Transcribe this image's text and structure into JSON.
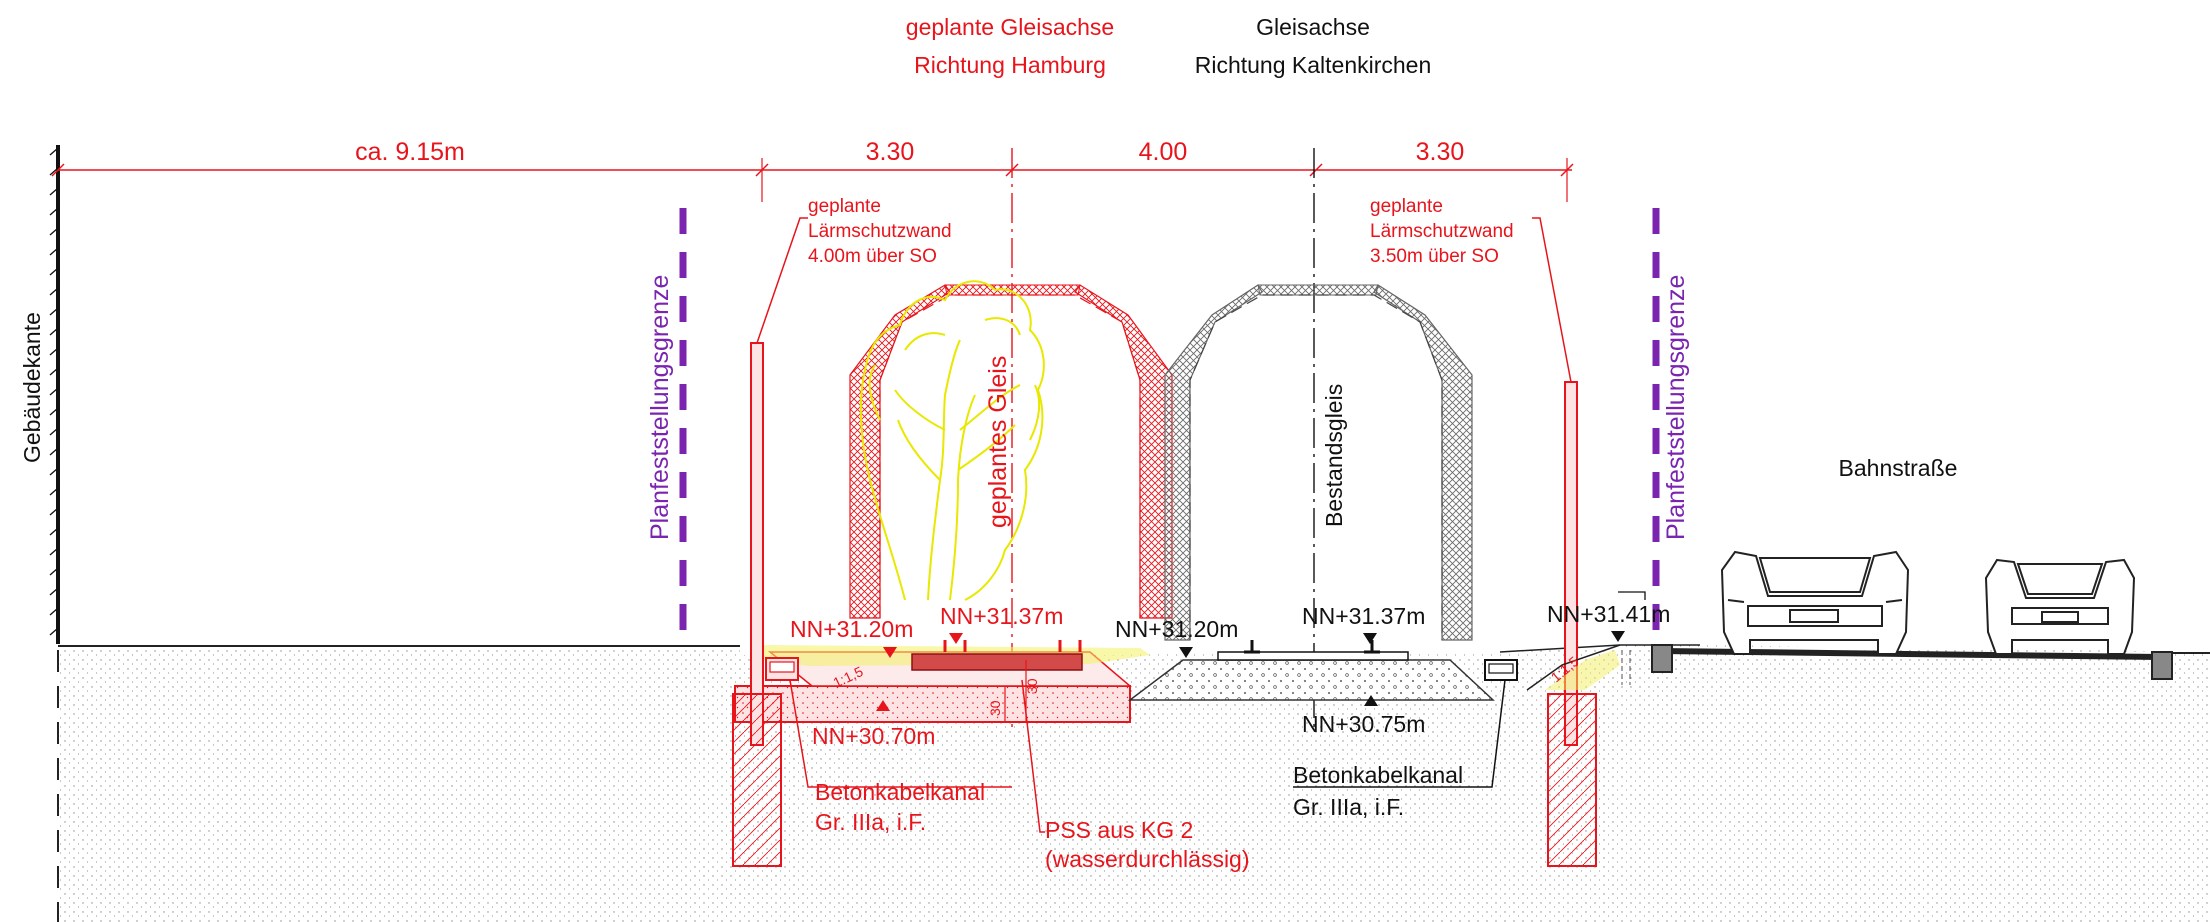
{
  "header": {
    "planned_axis_line1": "geplante Gleisachse",
    "planned_axis_line2": "Richtung Hamburg",
    "existing_axis_line1": "Gleisachse",
    "existing_axis_line2": "Richtung Kaltenkirchen"
  },
  "dimensions": {
    "d1": "ca. 9.15m",
    "d2": "3.30",
    "d3": "4.00",
    "d4": "3.30"
  },
  "walls": {
    "left_line1": "geplante",
    "left_line2": "Lärmschutzwand",
    "left_line3": "4.00m über SO",
    "right_line1": "geplante",
    "right_line2": "Lärmschutzwand",
    "right_line3": "3.50m über SO"
  },
  "labels": {
    "building_edge": "Gebäudekante",
    "boundary_left": "Planfeststellungsgrenze",
    "boundary_right": "Planfeststellungsgrenze",
    "planned_track": "geplantes Gleis",
    "existing_track": "Bestandsgleis",
    "street": "Bahnstraße"
  },
  "levels": {
    "l1": "NN+31.20m",
    "l2": "NN+31.37m",
    "l3": "NN+31.20m",
    "l4": "NN+31.37m",
    "l5": "NN+31.41m",
    "l6": "NN+30.70m",
    "l7": "NN+30.75m"
  },
  "small": {
    "slope_left": "1:1,5",
    "slope_right": "1:1,5",
    "depth_a": "30",
    "depth_b": "30"
  },
  "notes": {
    "cable_left_line1": "Betonkabelkanal",
    "cable_left_line2": "Gr. IIIa, i.F.",
    "pss_line1": "PSS aus KG 2",
    "pss_line2": "(wasserdurchlässig)",
    "cable_right_line1": "Betonkabelkanal",
    "cable_right_line2": "Gr. IIIa, i.F."
  },
  "colors": {
    "planned": "#e8141b",
    "existing": "#111111",
    "boundary": "#7a24b0",
    "tree": "#e8e800"
  }
}
